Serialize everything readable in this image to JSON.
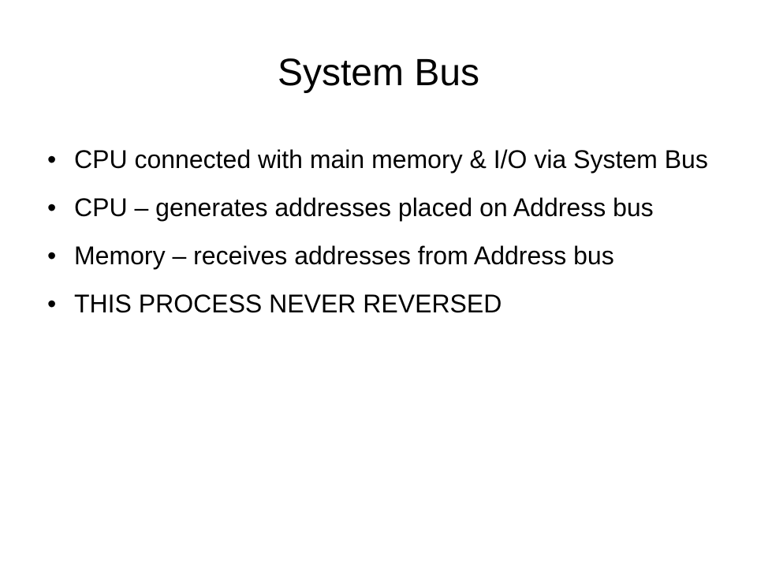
{
  "slide": {
    "title": "System Bus",
    "bullet_marker": "•",
    "bullets": [
      "CPU connected with main memory & I/O via System Bus",
      "CPU – generates addresses placed on Address bus",
      "Memory – receives addresses from Address bus",
      "THIS PROCESS NEVER REVERSED"
    ]
  }
}
